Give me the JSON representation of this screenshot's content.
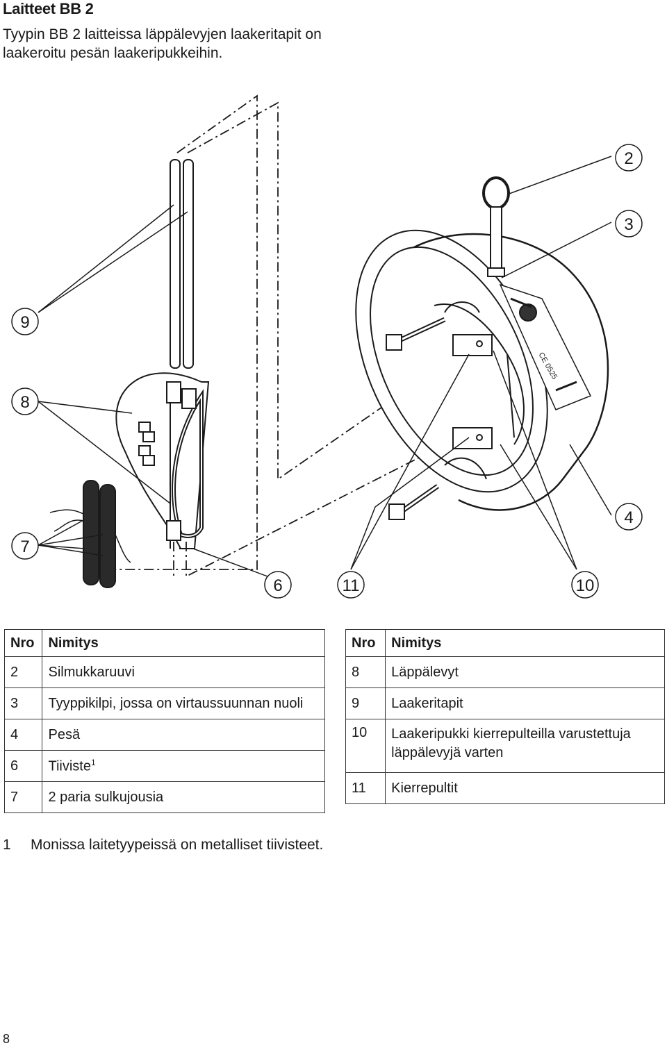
{
  "title": "Laitteet BB 2",
  "intro": [
    "Tyypin BB 2 laitteissa läppälevyjen laakeritapit on",
    "laakeroitu pesän laakeripukkeihin."
  ],
  "figure": {
    "callouts": [
      "2",
      "3",
      "4",
      "6",
      "7",
      "8",
      "9",
      "10",
      "11"
    ],
    "label_mark": "CE 0525"
  },
  "table_left": {
    "headers": [
      "Nro",
      "Nimitys"
    ],
    "rows": [
      {
        "nro": "2",
        "name": "Silmukkaruuvi"
      },
      {
        "nro": "3",
        "name": "Tyyppikilpi, jossa on virtaussuunnan nuoli"
      },
      {
        "nro": "4",
        "name": "Pesä"
      },
      {
        "nro": "6",
        "name": "Tiiviste",
        "sup": "1"
      },
      {
        "nro": "7",
        "name": "2 paria sulkujousia"
      }
    ]
  },
  "table_right": {
    "headers": [
      "Nro",
      "Nimitys"
    ],
    "rows": [
      {
        "nro": "8",
        "name": "Läppälevyt"
      },
      {
        "nro": "9",
        "name": "Laakeritapit"
      },
      {
        "nro": "10",
        "name": "Laakeripukki kierrepulteilla varustettuja",
        "name2": "läppälevyjä varten"
      },
      {
        "nro": "11",
        "name": "Kierrepultit"
      }
    ]
  },
  "footnote": {
    "num": "1",
    "text": "Monissa laitetyypeissä on metalliset tiivisteet."
  },
  "page_number": "8"
}
